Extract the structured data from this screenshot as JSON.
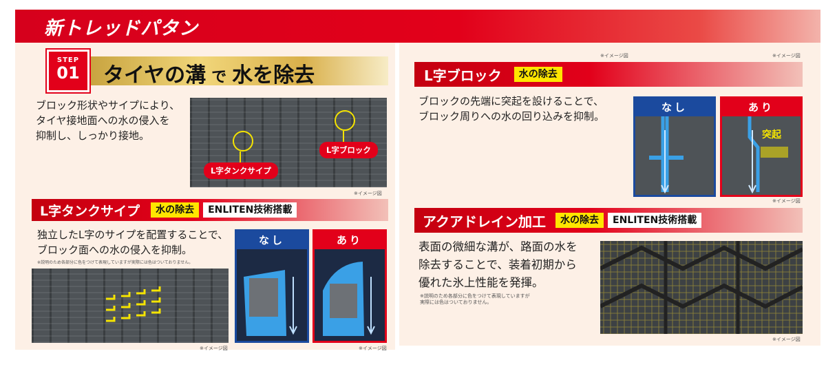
{
  "header": {
    "title": "新トレッドパタン"
  },
  "step": {
    "badge_label": "STEP",
    "badge_number": "01",
    "heading_part1": "タイヤの溝",
    "heading_part2": "で",
    "heading_part3": "水を除去",
    "description": "ブロック形状やサイプにより、\nタイヤ接地面への水の侵入を\n抑制し、しっかり接地。",
    "image_labels": {
      "sipe": "L字タンクサイプ",
      "block": "L字ブロック"
    },
    "image_note": "※イメージ図"
  },
  "tank_sipe": {
    "title": "L字タンクサイプ",
    "tags": [
      "水の除去",
      "ENLITEN技術搭載"
    ],
    "description": "独立したL字のサイプを配置することで、\nブロック面への水の侵入を抑制。",
    "note": "※説明のため各部分に色をつけて表現していますが実際には色はついておりません。",
    "compare": {
      "without": "なし",
      "with": "あり"
    },
    "image_note_left": "※イメージ図",
    "image_note_right": "※イメージ図"
  },
  "l_block": {
    "top_note_left": "※イメージ図",
    "top_note_right": "※イメージ図",
    "title": "L字ブロック",
    "tags": [
      "水の除去"
    ],
    "description": "ブロックの先端に突起を設けることで、\nブロック周りへの水の回り込みを抑制。",
    "compare": {
      "without": "なし",
      "with": "あり",
      "protrusion": "突起"
    },
    "image_note": "※イメージ図"
  },
  "aqua_drain": {
    "title": "アクアドレイン加工",
    "tags": [
      "水の除去",
      "ENLITEN技術搭載"
    ],
    "description": "表面の微細な溝が、路面の水を\n除去することで、装着初期から\n優れた氷上性能を発揮。",
    "note": "※説明のため各部分に色をつけて表現していますが\n実際には色はついておりません。",
    "image_note": "※イメージ図"
  },
  "colors": {
    "brand_red": "#e2001a",
    "tag_yellow": "#ffe600",
    "water_blue": "#3aa0e6",
    "panel_bg": "#fdf0e6"
  }
}
